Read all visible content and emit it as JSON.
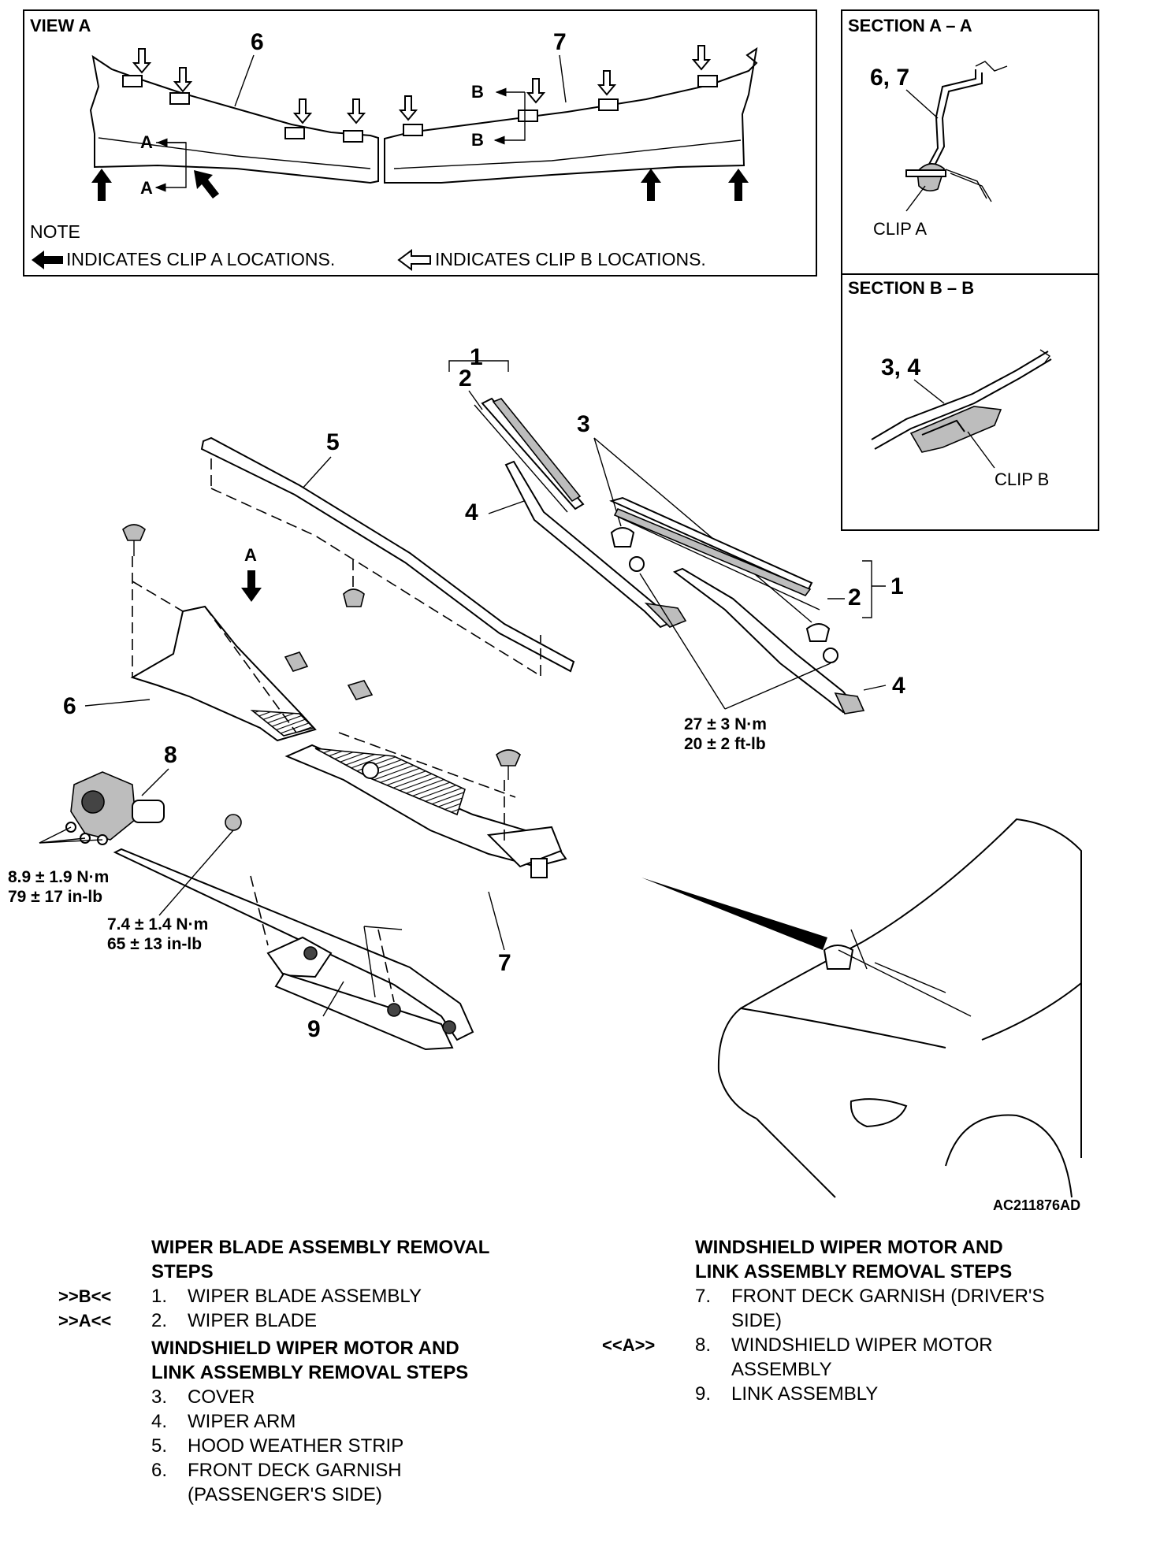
{
  "view_a": {
    "title": "VIEW A",
    "part_left": "6",
    "part_right": "7",
    "section_marks": [
      "A",
      "A",
      "B",
      "B"
    ],
    "note_title": "NOTE",
    "note_clip_a": "INDICATES CLIP A LOCATIONS.",
    "note_clip_b": "INDICATES CLIP B LOCATIONS."
  },
  "section_aa": {
    "title": "SECTION A – A",
    "part_ref": "6, 7",
    "clip_label": "CLIP A"
  },
  "section_bb": {
    "title": "SECTION B – B",
    "part_ref": "3, 4",
    "clip_label": "CLIP B"
  },
  "callouts": {
    "n1a": "1",
    "n2a": "2",
    "n3": "3",
    "n4a": "4",
    "n5": "5",
    "arrow_a": "A",
    "n1b": "1",
    "n2b": "2",
    "n4b": "4",
    "n6": "6",
    "n7": "7",
    "n8": "8",
    "n9": "9"
  },
  "torques": {
    "arm_nm": "27 ± 3 N·m",
    "arm_ft": "20 ± 2 ft-lb",
    "motor_nm": "8.9 ± 1.9 N·m",
    "motor_in": "79 ± 17 in-lb",
    "link_nm": "7.4 ± 1.4 N·m",
    "link_in": "65 ± 13 in-lb"
  },
  "figure_code": "AC211876AD",
  "left_steps": {
    "heading1_line1": "WIPER BLADE ASSEMBLY REMOVAL",
    "heading1_line2": "STEPS",
    "items1": [
      {
        "mark": ">>B<<",
        "num": "1.",
        "text": "WIPER BLADE ASSEMBLY"
      },
      {
        "mark": ">>A<<",
        "num": "2.",
        "text": "WIPER BLADE"
      }
    ],
    "heading2_line1": "WINDSHIELD WIPER MOTOR AND",
    "heading2_line2": "LINK ASSEMBLY REMOVAL STEPS",
    "items2": [
      {
        "num": "3.",
        "text": "COVER"
      },
      {
        "num": "4.",
        "text": "WIPER ARM"
      },
      {
        "num": "5.",
        "text": "HOOD WEATHER STRIP"
      },
      {
        "num": "6.",
        "text": "FRONT DECK GARNISH"
      },
      {
        "num": "",
        "text": "(PASSENGER'S SIDE)"
      }
    ]
  },
  "right_steps": {
    "heading_line1": "WINDSHIELD WIPER MOTOR AND",
    "heading_line2": "LINK ASSEMBLY REMOVAL STEPS",
    "items": [
      {
        "mark": "",
        "num": "7.",
        "text": "FRONT DECK GARNISH (DRIVER'S"
      },
      {
        "mark": "",
        "num": "",
        "text": "SIDE)"
      },
      {
        "mark": "<<A>>",
        "num": "8.",
        "text": "WINDSHIELD WIPER MOTOR"
      },
      {
        "mark": "",
        "num": "",
        "text": "ASSEMBLY"
      },
      {
        "mark": "",
        "num": "9.",
        "text": "LINK ASSEMBLY"
      }
    ]
  }
}
